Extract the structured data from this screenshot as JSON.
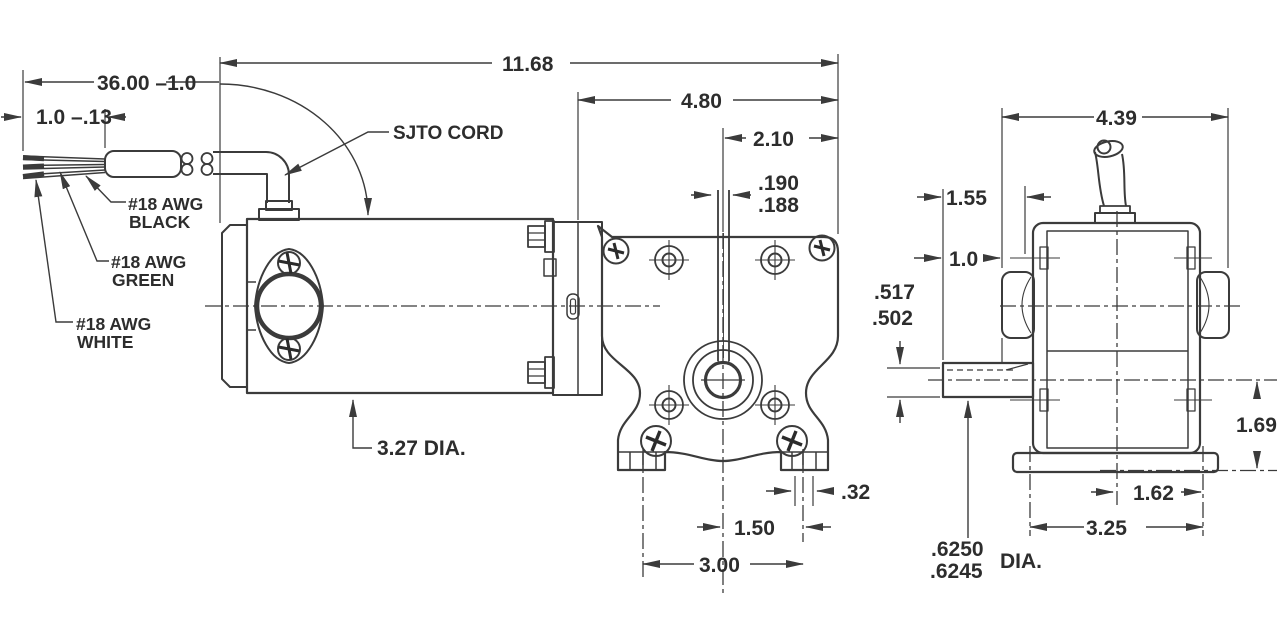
{
  "colors": {
    "line": "#3b3b3b",
    "text": "#2d2d2d",
    "background": "#ffffff"
  },
  "dimensions": {
    "cord_length": "36.00 –1.0",
    "lead_length": "1.0 –.13",
    "overall_length": "11.68",
    "gearcase_width": "4.80",
    "shaft_to_edge": "2.10",
    "keyway_upper": ".190",
    "keyway_lower": ".188",
    "motor_diameter": "3.27 DIA.",
    "foot_slot_width": ".32",
    "center_to_foot": "1.50",
    "foot_spacing": "3.00",
    "end_view_width": "4.39",
    "shaft_extension": "1.55",
    "shaft_to_housing": "1.0",
    "shaft_flat_upper": ".517",
    "shaft_flat_lower": ".502",
    "shaft_dia_upper": ".6250",
    "shaft_dia_lower": ".6245",
    "shaft_dia_label": "DIA.",
    "shaft_center_height": "1.69",
    "base_center_to_hole": "1.62",
    "base_hole_spacing": "3.25"
  },
  "labels": {
    "cord": "SJTO CORD",
    "wire_black": [
      "#18 AWG",
      "BLACK"
    ],
    "wire_green": [
      "#18 AWG",
      "GREEN"
    ],
    "wire_white": [
      "#18 AWG",
      "WHITE"
    ]
  }
}
